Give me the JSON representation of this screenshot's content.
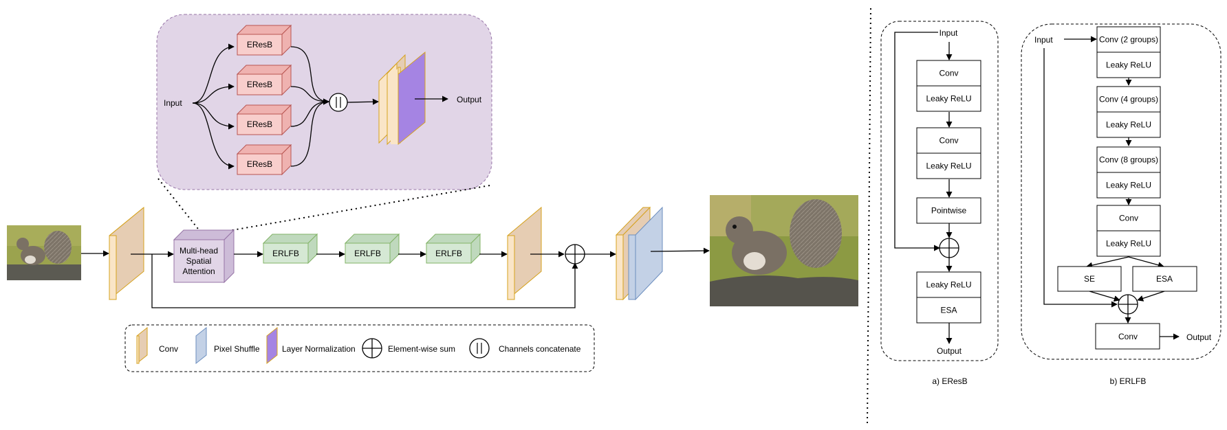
{
  "colors": {
    "conv_front": "#fae5c7",
    "conv_side": "#e6cdb3",
    "conv_stroke": "#d6a21e",
    "eresb_front": "#f8cecc",
    "eresb_dark": "#efb2b0",
    "eresb_stroke": "#b85450",
    "erlfb_front": "#d5e8d4",
    "erlfb_dark": "#bfd9bd",
    "erlfb_stroke": "#82b366",
    "mhsa_front": "#e1d5e7",
    "mhsa_dark": "#cdbcd8",
    "mhsa_stroke": "#9673a6",
    "pixel_shuffle": "#c3d1e6",
    "pixel_shuffle_stroke": "#6c8ebf",
    "layer_norm": "#a584e3",
    "layer_norm_stroke": "#9673a6",
    "zoom_bg": "#e1d5e7"
  },
  "main": {
    "mhsa_label": [
      "Multi-head",
      "Spatial",
      "Attention"
    ],
    "erlfb_labels": [
      "ERLFB",
      "ERLFB",
      "ERLFB"
    ]
  },
  "zoom": {
    "input_label": "Input",
    "output_label": "Output",
    "eresb_labels": [
      "EResB",
      "EResB",
      "EResB",
      "EResB"
    ]
  },
  "legend": {
    "items": [
      {
        "icon": "conv",
        "label": "Conv"
      },
      {
        "icon": "pixel-shuffle",
        "label": "Pixel Shuffle"
      },
      {
        "icon": "layer-norm",
        "label": "Layer Normalization"
      },
      {
        "icon": "sum",
        "label": "Element-wise sum"
      },
      {
        "icon": "concat",
        "label": "Channels concatenate"
      }
    ]
  },
  "eresb_detail": {
    "input_label": "Input",
    "output_label": "Output",
    "blocks": [
      [
        "Conv",
        "Leaky ReLU"
      ],
      [
        "Conv",
        "Leaky ReLU"
      ],
      [
        "Pointwise"
      ],
      [
        "Leaky ReLU",
        "ESA"
      ]
    ],
    "caption": "a) EResB"
  },
  "erlfb_detail": {
    "input_label": "Input",
    "output_label": "Output",
    "blocks": [
      [
        "Conv (2 groups)",
        "Leaky ReLU"
      ],
      [
        "Conv (4 groups)",
        "Leaky ReLU"
      ],
      [
        "Conv (8 groups)",
        "Leaky ReLU"
      ],
      [
        "Conv",
        "Leaky ReLU"
      ]
    ],
    "se_label": "SE",
    "esa_label": "ESA",
    "final_label": "Conv",
    "caption": "b) ERLFB"
  }
}
